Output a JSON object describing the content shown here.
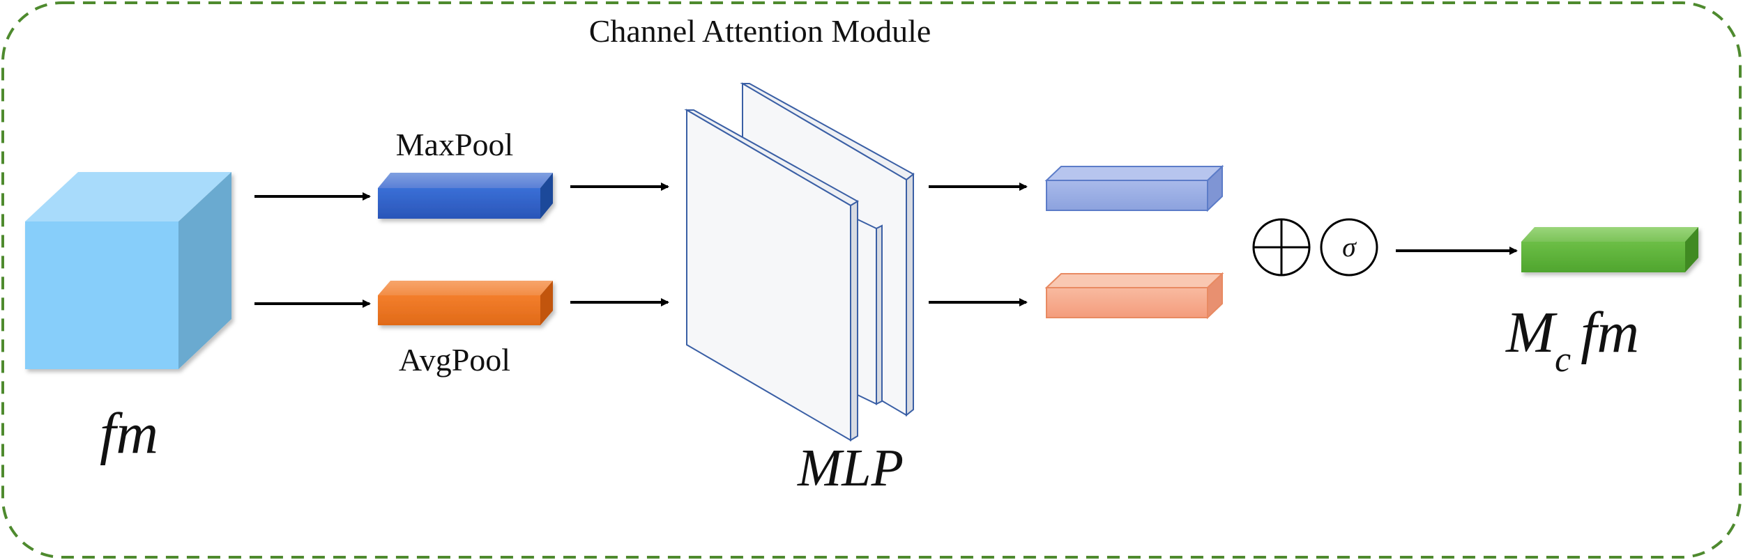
{
  "title": "Channel Attention Module",
  "input_label": "fm",
  "maxpool_label": "MaxPool",
  "avgpool_label": "AvgPool",
  "mlp_label": "MLP",
  "sigma_symbol": "σ",
  "output_label": {
    "main": "M",
    "subscript": "c",
    "suffix": "fm"
  },
  "colors": {
    "border": "#4E8A2E",
    "cube_front": "#87CEFA",
    "cube_top": "#A8DBFB",
    "cube_side": "#6AAAD0",
    "maxpool": "#3366CC",
    "avgpool": "#EE7722",
    "mlp_outline": "#3A5FA5",
    "out_max": "#96AAE0",
    "out_avg": "#F5A98A",
    "result": "#5CB13A"
  }
}
